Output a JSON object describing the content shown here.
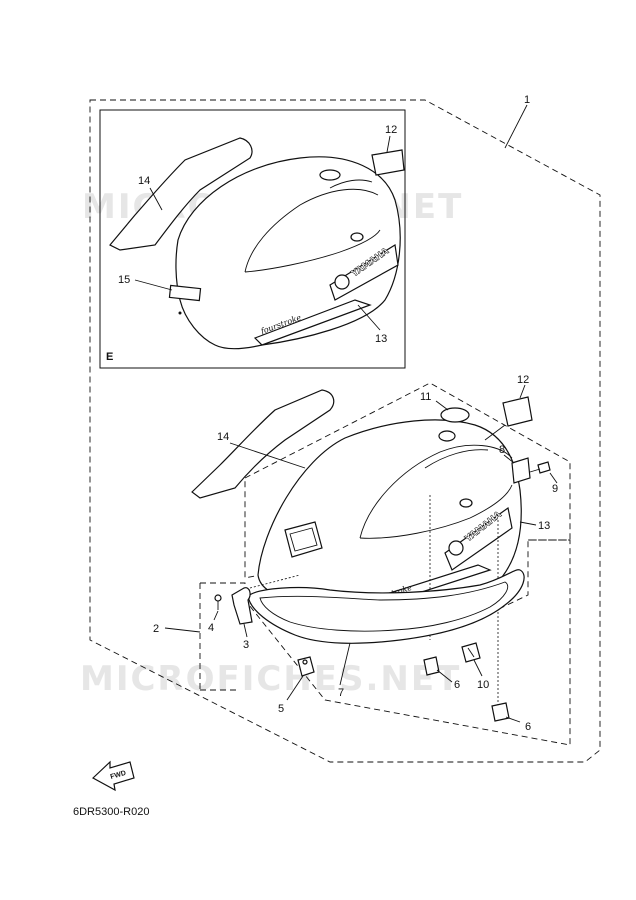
{
  "watermark": "MICROFICHES.NET",
  "diagram_code": "6DR5300-R020",
  "fwd_label": "FWD",
  "inset_label": "E",
  "brand": "YAMAHA",
  "engine_script": "fourstroke",
  "callouts": {
    "c1": "1",
    "c2": "2",
    "c3": "3",
    "c4": "4",
    "c5": "5",
    "c6a": "6",
    "c6b": "6",
    "c7": "7",
    "c8": "8",
    "c9": "9",
    "c10": "10",
    "c11": "11",
    "c12a": "12",
    "c12b": "12",
    "c13a": "13",
    "c13b": "13",
    "c14a": "14",
    "c14b": "14",
    "c15": "15"
  }
}
